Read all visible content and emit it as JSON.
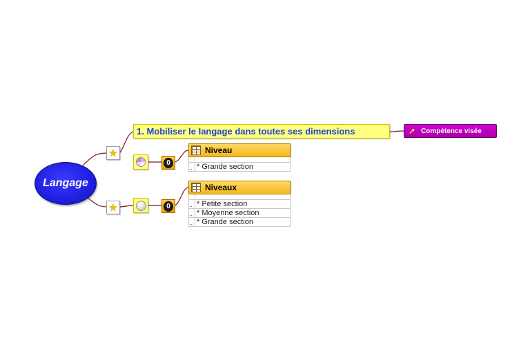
{
  "root": {
    "label": "Langage"
  },
  "topic": {
    "label": "1. Mobiliser le langage dans toutes ses dimensions"
  },
  "skill_tag": {
    "label": "Compétence visée"
  },
  "branches": [
    {
      "table_title": "Niveau",
      "badge": "0",
      "rows": [
        {
          "mark": "",
          "text": ""
        },
        {
          "mark": "..",
          "text": "* Grande section"
        }
      ]
    },
    {
      "table_title": "Niveaux",
      "badge": "0",
      "rows": [
        {
          "mark": "",
          "text": ""
        },
        {
          "mark": "..",
          "text": "* Petite section"
        },
        {
          "mark": "..",
          "text": "* Moyenne section"
        },
        {
          "mark": "..",
          "text": "* Grande section"
        }
      ]
    }
  ],
  "colors": {
    "root": "#1f1fe0",
    "topic_bg": "#ffff80",
    "topic_text": "#1a44d6",
    "skill_tag": "#c000c0",
    "table_header": "#f5b820",
    "connector": "#7a1a1a"
  },
  "icons": [
    "star-icon",
    "pie-icon",
    "grey-ball-icon",
    "zero-badge-icon",
    "table-icon",
    "arrow-icon"
  ]
}
